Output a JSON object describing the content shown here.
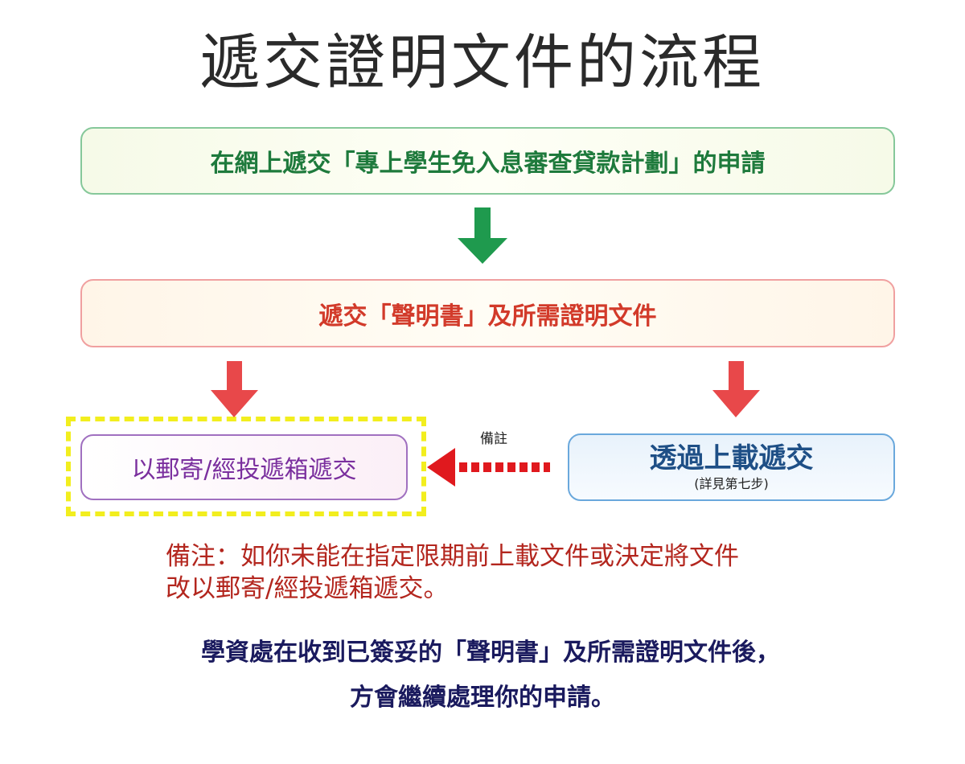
{
  "title": "遞交證明文件的流程",
  "steps": {
    "apply": "在網上遞交「專上學生免入息審查貸款計劃」的申請",
    "submit_docs": "遞交「聲明書」及所需證明文件",
    "by_mail": "以郵寄/經投遞箱遞交",
    "upload": "透過上載遞交",
    "upload_note": "(詳見第七步)"
  },
  "remark_label": "備註",
  "remark_lines": [
    "備注：如你未能在指定限期前上載文件或決定將文件",
    "改以郵寄/經投遞箱遞交。"
  ],
  "conclusion_lines": [
    "學資處在收到已簽妥的「聲明書」及所需證明文件後，",
    "方會繼續處理你的申請。"
  ],
  "colors": {
    "green_arrow": "#1f9a4e",
    "red_arrow": "#e8484a",
    "highlight_frame": "#f2ee1e"
  }
}
